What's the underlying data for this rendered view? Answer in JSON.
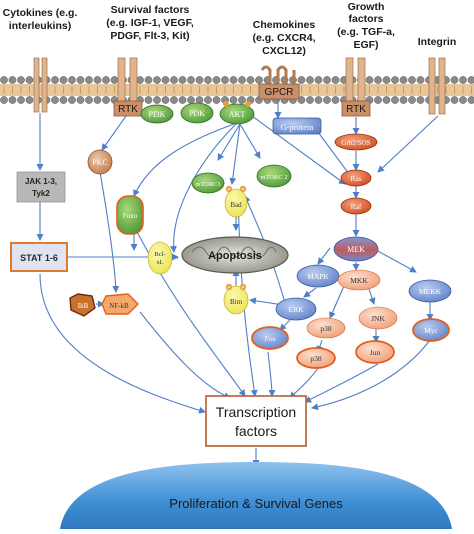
{
  "headers": {
    "cytokines": [
      "Cytokines (e.g.",
      "interleukins)"
    ],
    "survival": [
      "Survival factors",
      "(e.g. IGF-1, VEGF,",
      "PDGF, Flt-3, Kit)"
    ],
    "chemokines": [
      "Chemokines",
      "(e.g. CXCR4,",
      "CXCL12)"
    ],
    "growth": [
      "Growth",
      "factors",
      "(e.g. TGF-a,",
      "EGF)"
    ],
    "integrin": "Integrin"
  },
  "receptors": {
    "rtk_left": "RTK",
    "gpcr": "GPCR",
    "rtk_right": "RTK"
  },
  "nodes": {
    "pi3k": "PI3K",
    "pdk": "PDK",
    "akt": "AKT",
    "gprotein": "G-protein",
    "grb2sos": "Grb2/SOS",
    "ras": "Ras",
    "raf": "Raf",
    "pkc": "PKC",
    "mtorc1": "mTORC1",
    "mtorc2": "mTORC 2",
    "jak": [
      "JAK 1-3,",
      "Tyk2"
    ],
    "stat": "STAT 1-6",
    "foxo": "Foxo",
    "bad": "Bad",
    "bclxl": [
      "Bcl-",
      "xL"
    ],
    "apoptosis": "Apoptosis",
    "bim": "Bim",
    "ikb": "IkB",
    "nfkb": "NF-kB",
    "mek": "MEK",
    "mapk": "MAPK",
    "mkk": "MKK",
    "mekk": "MEKK",
    "erk": "ERK",
    "p38_mid": "p38",
    "jnk": "JNK",
    "fos": "Fos",
    "p38_low": "p38",
    "jun": "Jun",
    "myc": "Myc",
    "phospho": "P"
  },
  "transcription": [
    "Transcription",
    "factors"
  ],
  "genes": "Proliferation & Survival Genes",
  "colors": {
    "membrane_head": "#8a8a8a",
    "membrane_tail": "#c89a5e",
    "receptor": "#e0b48c",
    "rtk_box": "#c98f68",
    "green": "#4f9a38",
    "green_light": "#7dbd4e",
    "gprotein": "#7f9cd2",
    "orange_red": "#d85a2c",
    "pkc": "#c98a5c",
    "grey_box": "#b8b8b8",
    "stat_border": "#e07a2c",
    "yellow": "#f2ee58",
    "phospho": "#e8a040",
    "blue_node": "#5d7fc6",
    "salmon": "#f4a98a",
    "orange_border": "#e0601e",
    "arrow": "#4f7fc8",
    "box_border": "#b85a30",
    "genes_fill": "#3b8bd1"
  }
}
